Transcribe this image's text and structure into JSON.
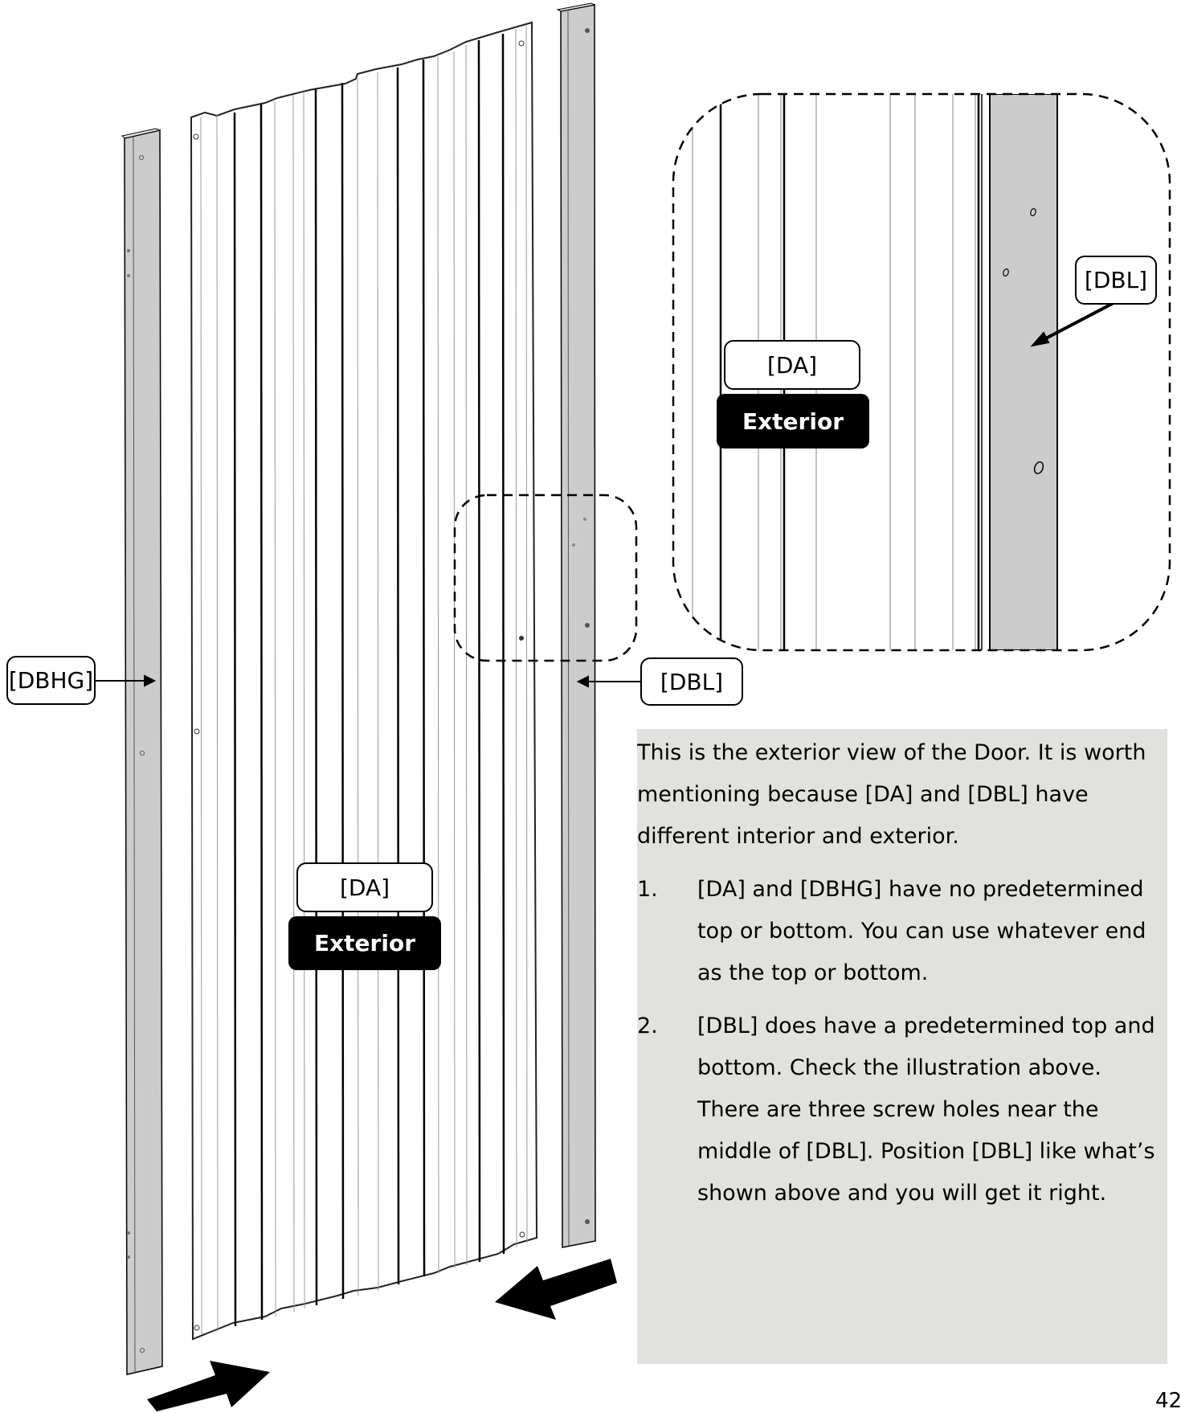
{
  "labels": {
    "da_main": "[DA]",
    "exterior_main": "Exterior",
    "dbhg": "[DBHG]",
    "dbl_main": "[DBL]",
    "da_zoom": "[DA]",
    "exterior_zoom": "Exterior",
    "dbl_zoom": "[DBL]"
  },
  "text_box": {
    "intro": "This is the exterior view of the Door. It is worth mentioning because [DA] and [DBL] have different interior and exterior.",
    "steps": [
      {
        "num": "1.",
        "text": "[DA] and [DBHG] have no predetermined top or bottom. You can use whatever end as the top or bottom."
      },
      {
        "num": "2.",
        "text": "[DBL] does have a predetermined top and bottom. Check the illustration above. There are three screw holes near the middle of [DBL]. Position [DBL] like what’s shown above and you will get it right."
      }
    ]
  },
  "page_number": "42",
  "colors": {
    "rail_fill": "#cccccc",
    "text_box_bg": "#e1e1de",
    "badge_bg": "#000000"
  }
}
